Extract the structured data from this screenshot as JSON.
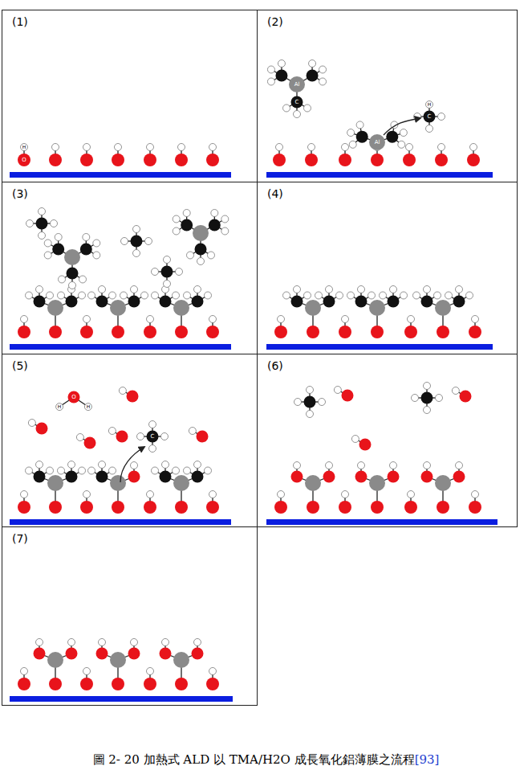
{
  "diagram": {
    "caption": "圖 2- 20 加熱式 ALD 以 TMA/H2O 成長氧化鋁薄膜之流程",
    "nodes": [
      {
        "text": [
          "(1)"
        ]
      },
      {
        "text": [
          "(2)"
        ]
      },
      {
        "text": [
          "(3)"
        ]
      },
      {
        "text": [
          "(4)"
        ]
      },
      {
        "text": [
          "(5)"
        ]
      },
      {
        "text": [
          "(6)"
        ]
      },
      {
        "text": [
          "(7)"
        ]
      }
    ],
    "labels": [
      "H",
      "O",
      "Al",
      "C",
      "Al",
      "C",
      "H",
      "O",
      "H",
      "H",
      "C",
      "[93]"
    ]
  }
}
